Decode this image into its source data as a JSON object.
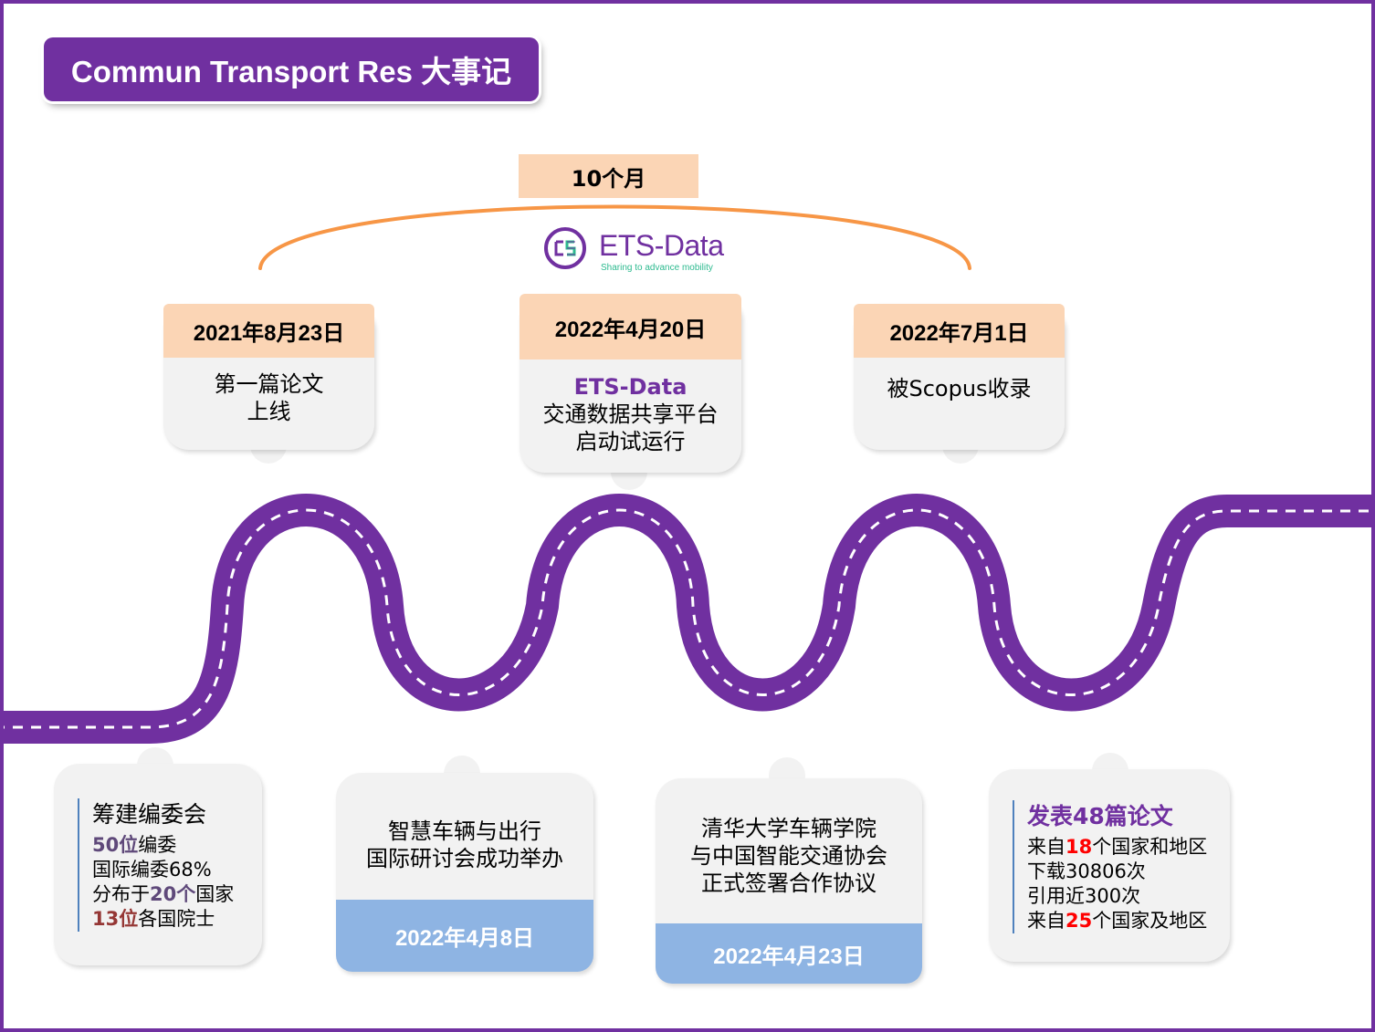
{
  "title": "Commun Transport Res 大事记",
  "period_label": "10个月",
  "logo": {
    "name": "ETS-Data",
    "tagline": "Sharing to advance mobility"
  },
  "top_events": [
    {
      "date": "2021年8月23日",
      "line1": "第一篇论文",
      "line2": "上线"
    },
    {
      "date": "2022年4月20日",
      "highlight": "ETS-Data",
      "line1": "交通数据共享平台",
      "line2": "启动试运行"
    },
    {
      "date": "2022年7月1日",
      "line1": "被Scopus收录"
    }
  ],
  "bottom_events": [
    {
      "heading": "筹建编委会",
      "lines": [
        {
          "num": "50位",
          "rest": "编委"
        },
        {
          "pre": "国际编委",
          "rest": "68%"
        },
        {
          "pre": "分布于",
          "num": "20个",
          "rest": "国家"
        },
        {
          "num": "13位",
          "rest": "各国院士"
        }
      ]
    },
    {
      "line1": "智慧车辆与出行",
      "line2": "国际研讨会成功举办",
      "date": "2022年4月8日"
    },
    {
      "line1": "清华大学车辆学院",
      "line2": "与中国智能交通协会",
      "line3": "正式签署合作协议",
      "date": "2022年4月23日"
    },
    {
      "heading": "发表48篇论文",
      "lines": [
        {
          "pre": "来自",
          "num": "18",
          "rest": "个国家和地区"
        },
        {
          "pre": "下载",
          "rest": "30806次"
        },
        {
          "pre": "引用近",
          "rest": "300次"
        },
        {
          "pre": "来自",
          "num": "25",
          "rest": "个国家及地区"
        }
      ]
    }
  ],
  "colors": {
    "road": "#7030a0",
    "accent": "#7030a0",
    "date_head": "#fbd5b5",
    "date_foot": "#8eb4e3",
    "arc": "#f79646",
    "card": "#f2f2f2"
  }
}
